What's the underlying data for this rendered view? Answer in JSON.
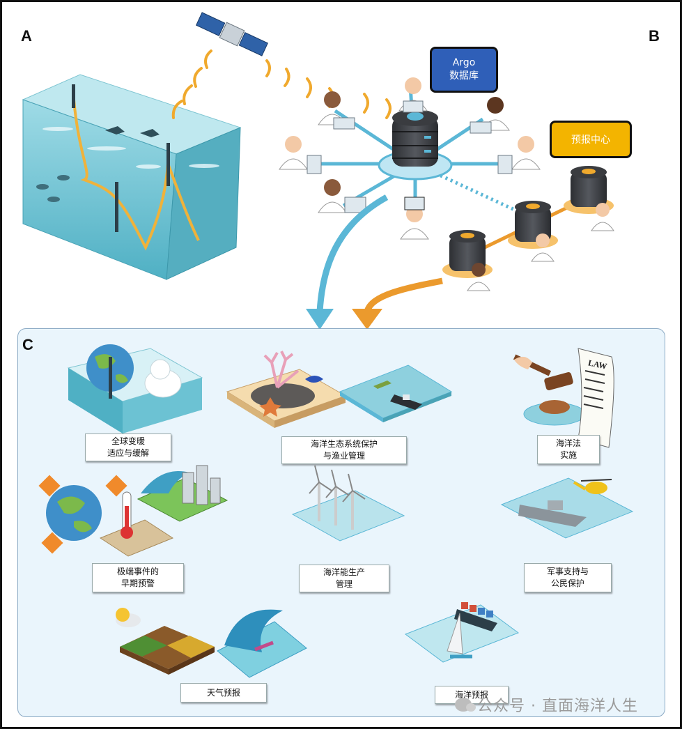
{
  "panels": {
    "a": "A",
    "b": "B",
    "c": "C"
  },
  "bubbles": {
    "argo": {
      "line1": "Argo",
      "line2": "数据库",
      "color": "#2f5fb8"
    },
    "forecast": {
      "text": "预报中心",
      "color": "#f3b400"
    }
  },
  "labels": {
    "climate": {
      "line1": "全球变暖",
      "line2": "适应与缓解"
    },
    "ecosystem": {
      "line1": "海洋生态系统保护",
      "line2": "与渔业管理"
    },
    "law": {
      "line1": "海洋法",
      "line2": "实施"
    },
    "extreme": {
      "line1": "极端事件的",
      "line2": "早期预警"
    },
    "energy": {
      "line1": "海洋能生产",
      "line2": "管理"
    },
    "military": {
      "line1": "军事支持与",
      "line2": "公民保护"
    },
    "weather": {
      "line1": "天气预报"
    },
    "ocean_forecast": {
      "line1": "海洋预报"
    }
  },
  "icons": [
    "satellite-icon",
    "argo-float-icon",
    "server-icon",
    "person-icon",
    "laptop-icon",
    "globe-icon",
    "coral-icon",
    "ship-icon",
    "gavel-icon",
    "law-scroll-icon",
    "thermometer-icon",
    "wind-turbine-icon",
    "warship-icon",
    "helicopter-icon",
    "farm-field-icon",
    "wave-icon",
    "container-ship-icon",
    "sailboat-icon"
  ],
  "law_text": "LAW",
  "colors": {
    "ocean": "#6cc2d3",
    "connector_blue": "#5bb7d6",
    "connector_orange": "#eb9a2d",
    "panel_bg": "#eaf5fc"
  },
  "watermark": "公众号 · 直面海洋人生"
}
